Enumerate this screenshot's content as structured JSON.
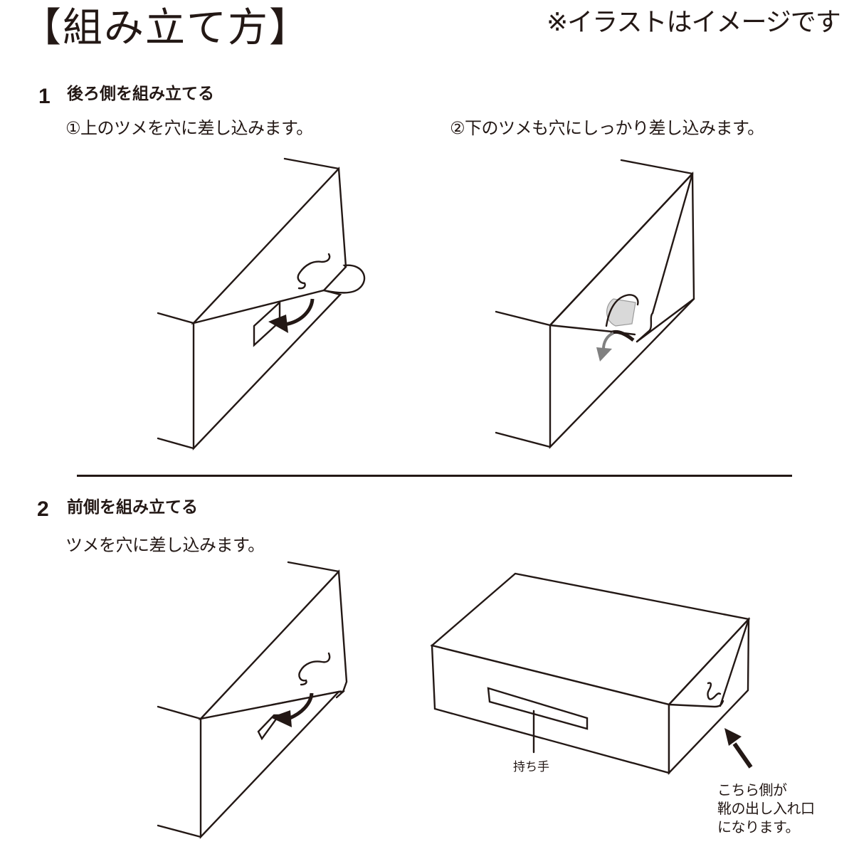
{
  "page": {
    "title": "【組み立て方】",
    "note": "※イラストはイメージです"
  },
  "steps": [
    {
      "number": "1",
      "title": "後ろ側を組み立てる",
      "substeps": [
        {
          "label": "①上のツメを穴に差し込みます。",
          "figure": "tab-top-insert"
        },
        {
          "label": "②下のツメも穴にしっかり差し込みます。",
          "figure": "tab-bottom-insert"
        }
      ]
    },
    {
      "number": "2",
      "title": "前側を組み立てる",
      "substeps": [
        {
          "label": "ツメを穴に差し込みます。",
          "figure": "front-tab-insert"
        }
      ],
      "completed_box": {
        "handle_label": "持ち手",
        "opening_note_lines": [
          "こちら側が",
          "靴の出し入れ口",
          "になります。"
        ]
      }
    }
  ],
  "colors": {
    "ink": "#231815",
    "arrow_gray": "#808080",
    "ghost_fill": "#d9d9d9",
    "background": "#ffffff"
  },
  "icons": [
    "curved-arrow-icon",
    "up-left-arrow-icon"
  ]
}
